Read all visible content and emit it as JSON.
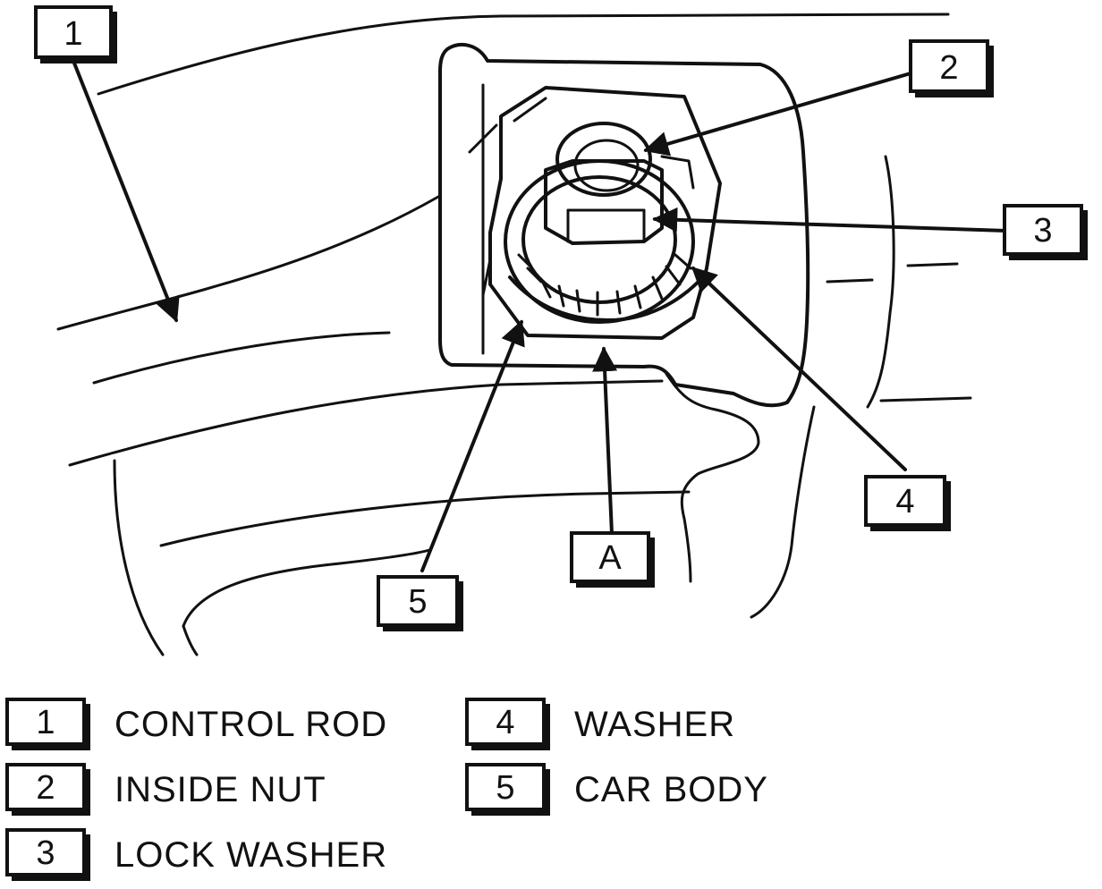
{
  "callouts": {
    "c1": "1",
    "c2": "2",
    "c3": "3",
    "c4": "4",
    "c5": "5",
    "cA": "A"
  },
  "legend": [
    {
      "num": "1",
      "text": "CONTROL ROD"
    },
    {
      "num": "2",
      "text": "INSIDE NUT"
    },
    {
      "num": "3",
      "text": "LOCK WASHER"
    },
    {
      "num": "4",
      "text": "WASHER"
    },
    {
      "num": "5",
      "text": "CAR BODY"
    }
  ]
}
